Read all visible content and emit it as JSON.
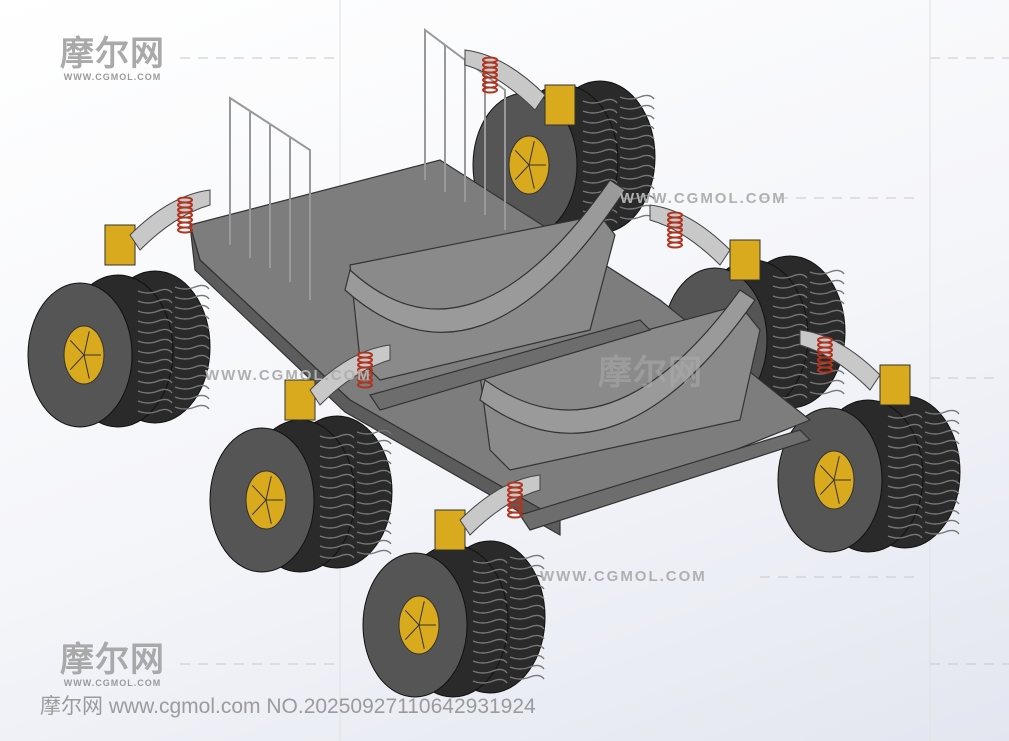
{
  "watermark": {
    "logo_text": "摩尔网",
    "logo_url": "WWW.CGMOL.COM",
    "url_text": "WWW.CGMOL.COM"
  },
  "footer": {
    "text": "摩尔网 www.cgmol.com NO.20250927110642931924"
  },
  "colors": {
    "chassis": "#7a7a7a",
    "tire": "#2a2a2a",
    "hub": "#d9a91e",
    "spring": "#b0341f",
    "arm": "#c8c8c8"
  }
}
